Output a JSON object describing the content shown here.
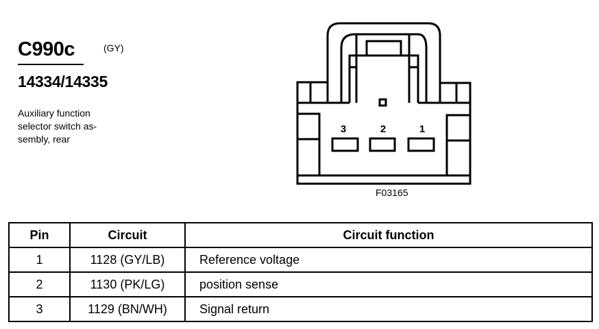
{
  "connector": {
    "id": "C990c",
    "color_code": "(GY)",
    "part_numbers": "14334/14335",
    "description_lines": [
      "Auxiliary function",
      "selector switch as-",
      "sembly, rear"
    ]
  },
  "diagram": {
    "figure_id": "F03165",
    "pin_labels": [
      "3",
      "2",
      "1"
    ]
  },
  "table": {
    "headers": [
      "Pin",
      "Circuit",
      "Circuit function"
    ],
    "rows": [
      {
        "pin": "1",
        "circuit": "1128 (GY/LB)",
        "function": "Reference voltage"
      },
      {
        "pin": "2",
        "circuit": "1130 (PK/LG)",
        "function": "position sense"
      },
      {
        "pin": "3",
        "circuit": "1129 (BN/WH)",
        "function": "Signal return"
      }
    ]
  }
}
